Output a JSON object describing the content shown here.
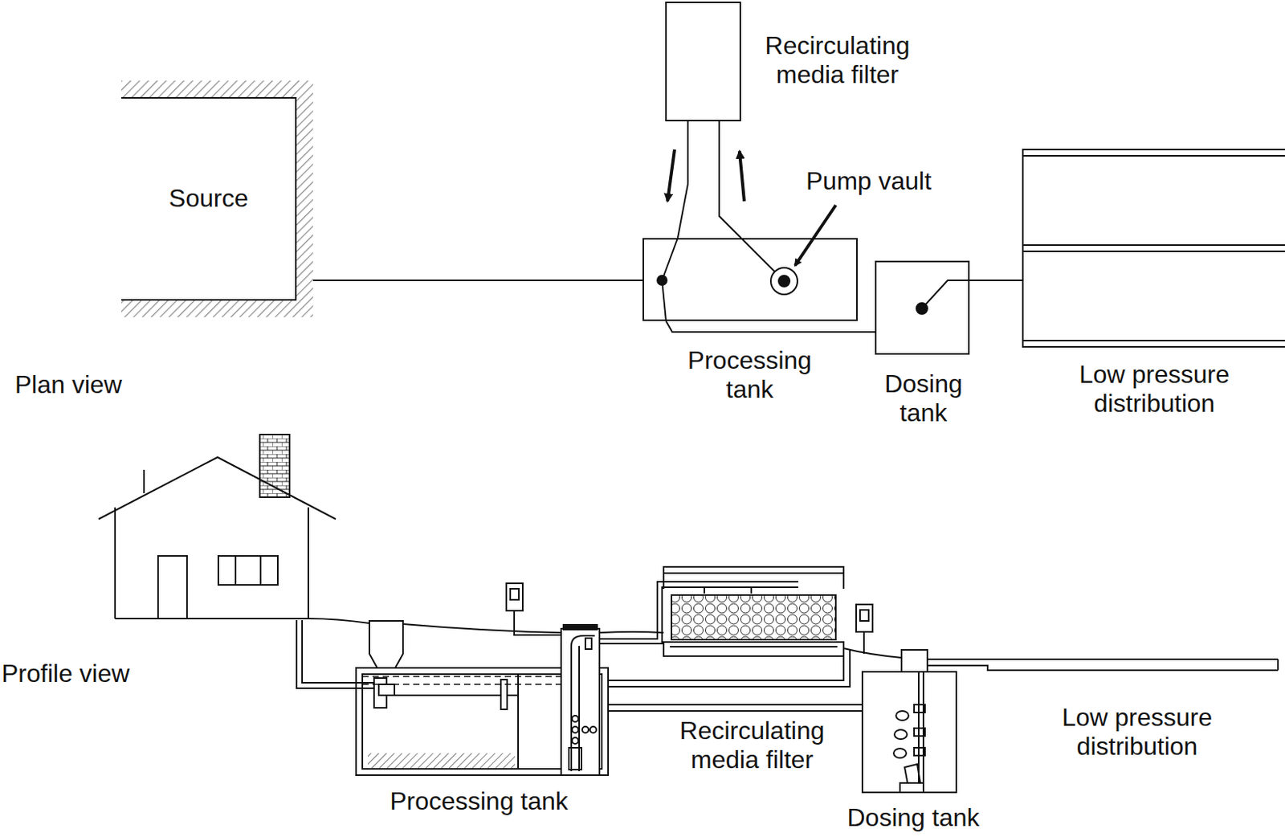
{
  "diagram": {
    "nodes": [
      {
        "text": [
          "Source"
        ]
      },
      {
        "text": [
          "Recirculating media filter"
        ]
      },
      {
        "text": [
          "Processing tank"
        ]
      },
      {
        "text": [
          "Dosing tank"
        ]
      },
      {
        "text": [
          "Low pressure distribution"
        ]
      }
    ],
    "edges": [
      {
        "from": 0,
        "to": 2,
        "arrow": "none"
      },
      {
        "from": 1,
        "to": 2,
        "arrow": "to"
      },
      {
        "from": 2,
        "to": 1,
        "arrow": "to"
      },
      {
        "from": 2,
        "to": 3,
        "arrow": "none"
      },
      {
        "from": 3,
        "to": 4,
        "arrow": "none"
      }
    ],
    "labels": [
      "Pump vault",
      "Plan view",
      "Profile view",
      "Recirculating media filter",
      "Processing tank",
      "Dosing tank",
      "Low pressure distribution"
    ]
  }
}
